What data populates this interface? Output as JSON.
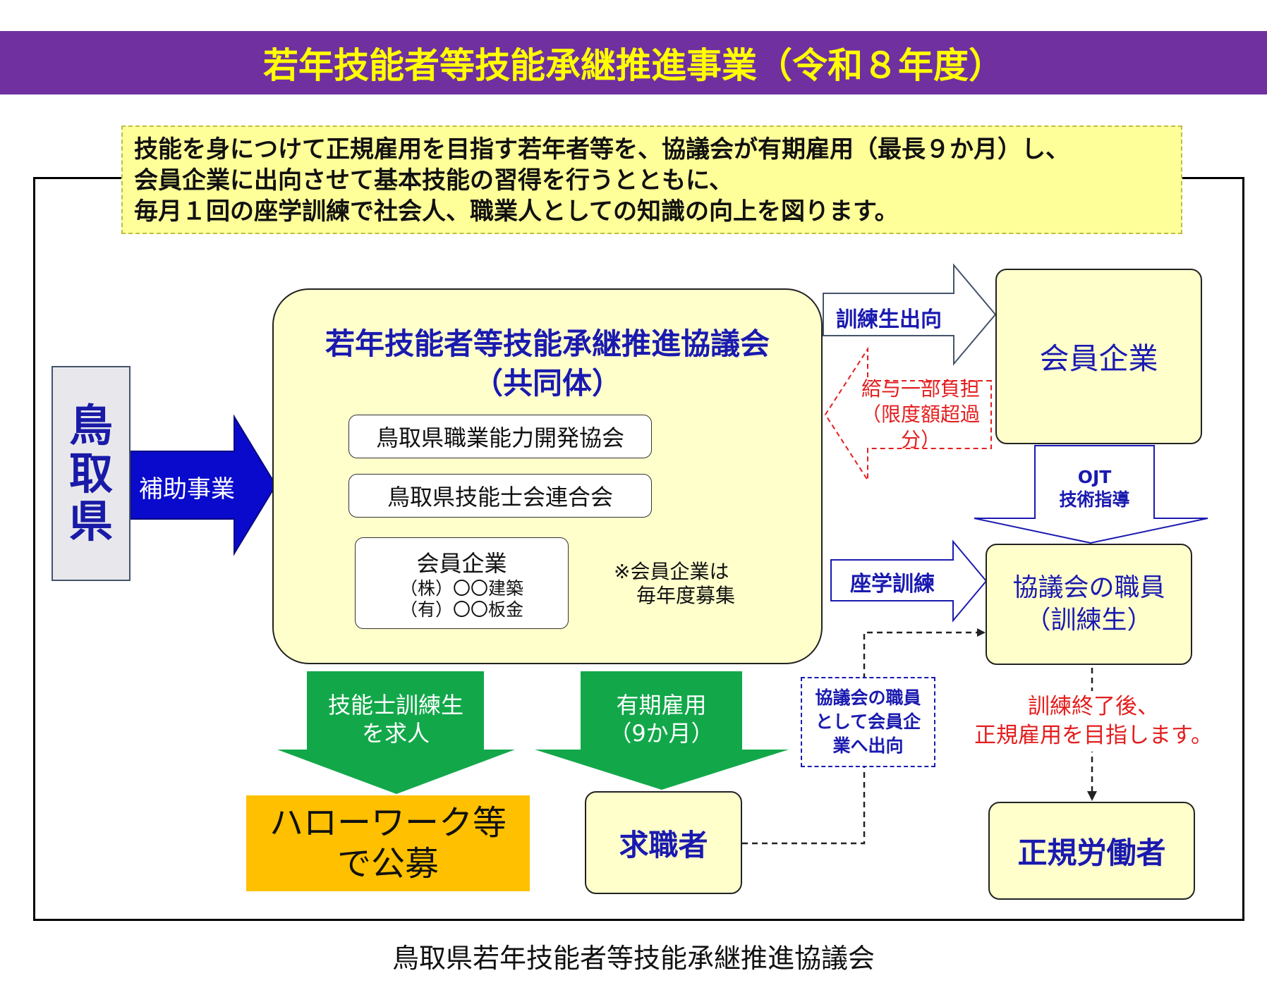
{
  "title": "若年技能者等技能承継推進事業（令和８年度）",
  "intro": {
    "line1": "技能を身につけて正規雇用を目指す若年者等を、協議会が有期雇用（最長９か月）し、",
    "line2": "会員企業に出向させて基本技能の習得を行うとともに、",
    "line3": "毎月１回の座学訓練で社会人、職業人としての知識の向上を図ります。"
  },
  "prefecture": {
    "chars": [
      "鳥",
      "取",
      "県"
    ]
  },
  "subsidy_label": "補助事業",
  "council": {
    "title_line1": "若年技能者等技能承継推進協議会",
    "title_line2": "（共同体）",
    "members": [
      "鳥取県職業能力開発協会",
      "鳥取県技能士会連合会"
    ],
    "member_companies": {
      "label": "会員企業",
      "examples": [
        "（株）〇〇建築",
        "（有）〇〇板金"
      ]
    },
    "note_line1": "※会員企業は",
    "note_line2": "毎年度募集"
  },
  "dispatch_label": "訓練生出向",
  "salary_label_line1": "給与一部負担",
  "salary_label_line2": "（限度額超過分）",
  "member_company_box": "会員企業",
  "ojt_line1": "OJT",
  "ojt_line2": "技術指導",
  "classroom_label": "座学訓練",
  "staff_box_line1": "協議会の職員",
  "staff_box_line2": "（訓練生）",
  "after_training_line1": "訓練終了後、",
  "after_training_line2": "正規雇用を目指します。",
  "regular_worker": "正規労働者",
  "recruit_arrow_line1": "技能士訓練生",
  "recruit_arrow_line2": "を求人",
  "fixed_term_line1": "有期雇用",
  "fixed_term_line2": "（9か月）",
  "hello_work_line1": "ハローワーク等",
  "hello_work_line2": "で公募",
  "job_seeker": "求職者",
  "secondment_line1": "協議会の職員",
  "secondment_line2": "として会員企",
  "secondment_line3": "業へ出向",
  "footer": "鳥取県若年技能者等技能承継推進協議会",
  "colors": {
    "title_bg": "#7030a0",
    "title_text": "#ffff00",
    "box_fill": "#ffffcc",
    "navy": "#1a1ab0",
    "green": "#12a84a",
    "orange": "#ffc000",
    "red": "#e41e1e"
  }
}
